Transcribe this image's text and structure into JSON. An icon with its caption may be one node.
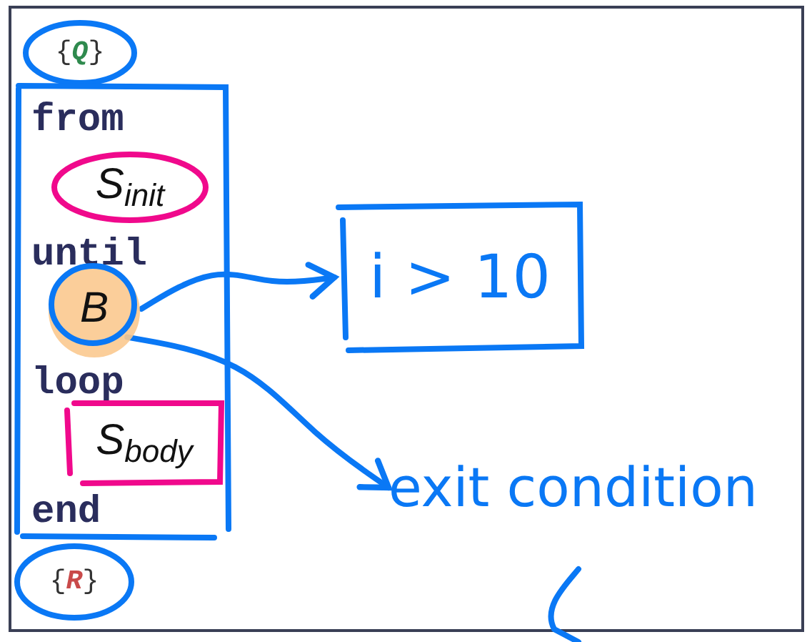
{
  "diagram": {
    "nodes": [
      {
        "text": [
          "{**Q**}"
        ]
      },
      {
        "text": [
          "from",
          "until",
          "loop",
          "end"
        ]
      },
      {
        "text": [
          "S$_{init}$"
        ],
        "in": 1
      },
      {
        "text": [
          "B"
        ],
        "in": 1
      },
      {
        "text": [
          "S$_{body}$"
        ],
        "in": 1
      },
      {
        "text": [
          "{**R**}"
        ]
      },
      {
        "text": [
          "i > 10"
        ]
      },
      {
        "text": [
          "exit condition"
        ]
      }
    ],
    "edges": [
      {
        "from": 3,
        "to": 6,
        "arrow": "to"
      },
      {
        "from": 3,
        "to": 7,
        "arrow": "to"
      }
    ]
  }
}
